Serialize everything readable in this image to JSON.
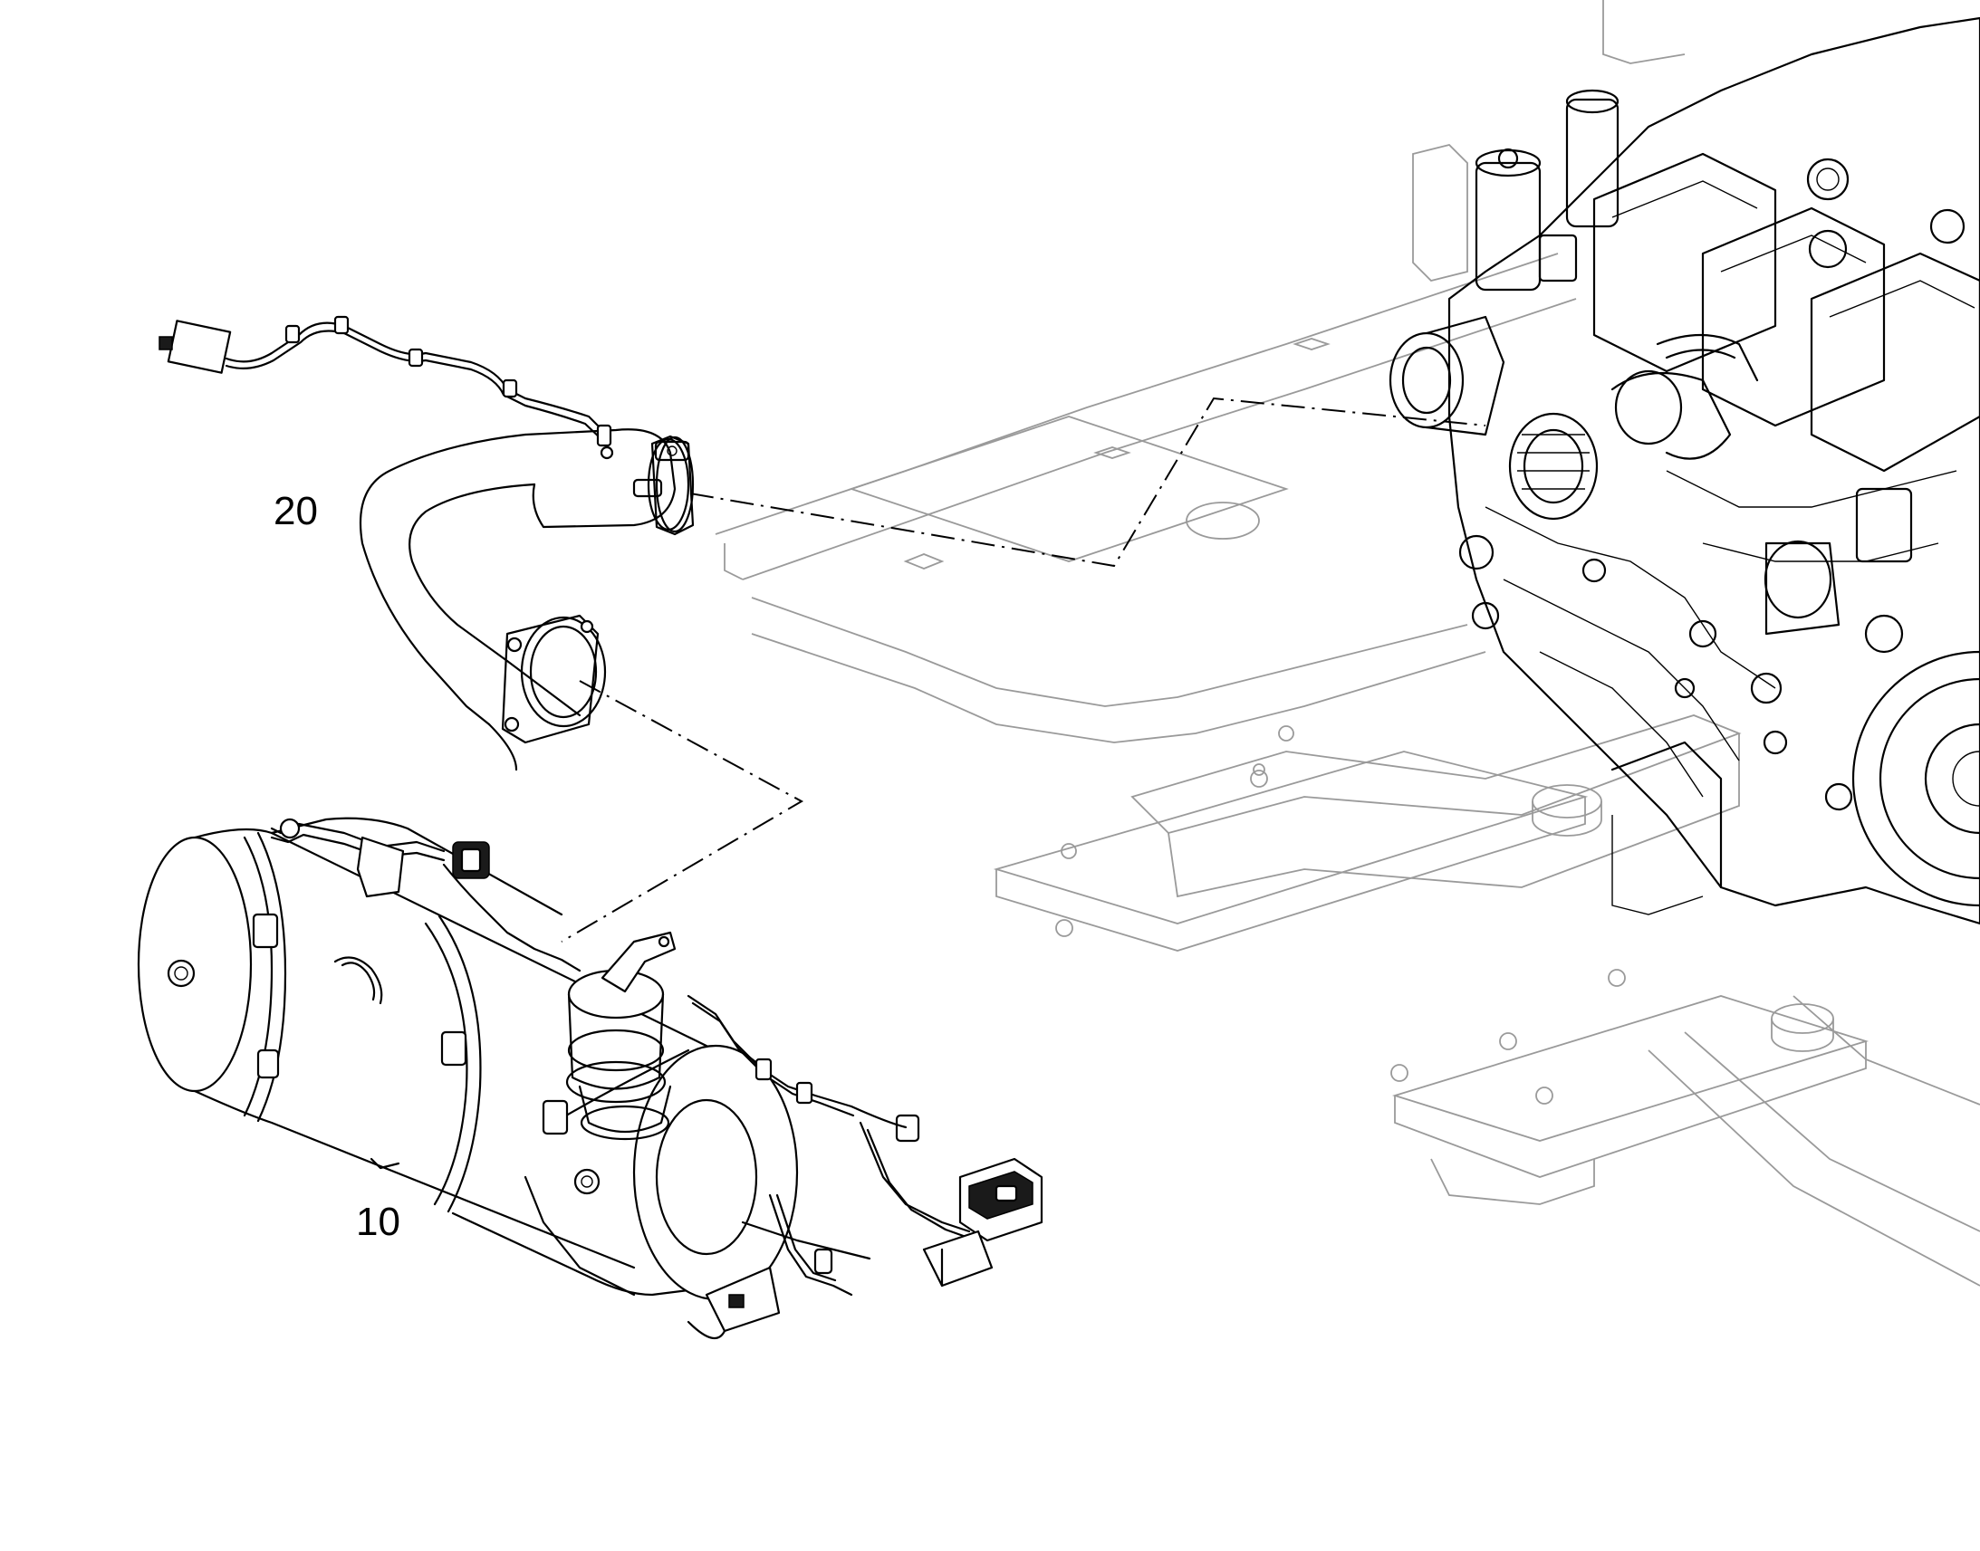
{
  "callouts": [
    {
      "label": "20",
      "part": "exhaust-pipe-with-harness"
    },
    {
      "label": "10",
      "part": "aftertreatment-canister-assembly"
    }
  ]
}
